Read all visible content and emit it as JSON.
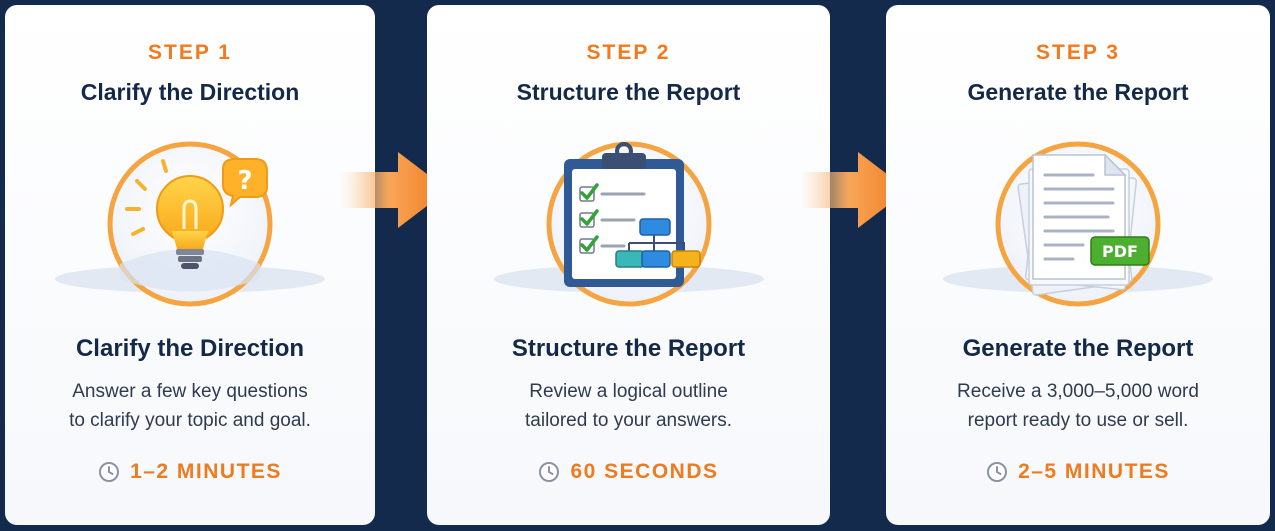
{
  "steps": [
    {
      "label": "STEP 1",
      "title": "Clarify the Direction",
      "heading": "Clarify the Direction",
      "desc_line1": "Answer a few key questions",
      "desc_line2": "to clarify your topic and goal.",
      "duration": "1–2 MINUTES",
      "icon": "lightbulb-icon"
    },
    {
      "label": "STEP 2",
      "title": "Structure the Report",
      "heading": "Structure the Report",
      "desc_line1": "Review a logical outline",
      "desc_line2": "tailored to your answers.",
      "duration": "60 SECONDS",
      "icon": "clipboard-outline-icon"
    },
    {
      "label": "STEP 3",
      "title": "Generate the Report",
      "heading": "Generate the Report",
      "desc_line1": "Receive a 3,000–5,000 word",
      "desc_line2": "report ready to use or sell.",
      "duration": "2–5 MINUTES",
      "icon": "pdf-document-icon",
      "badge": "PDF"
    }
  ],
  "colors": {
    "background": "#142a4c",
    "accent": "#f07a1e",
    "title": "#142848",
    "text": "#2f3b4f"
  }
}
